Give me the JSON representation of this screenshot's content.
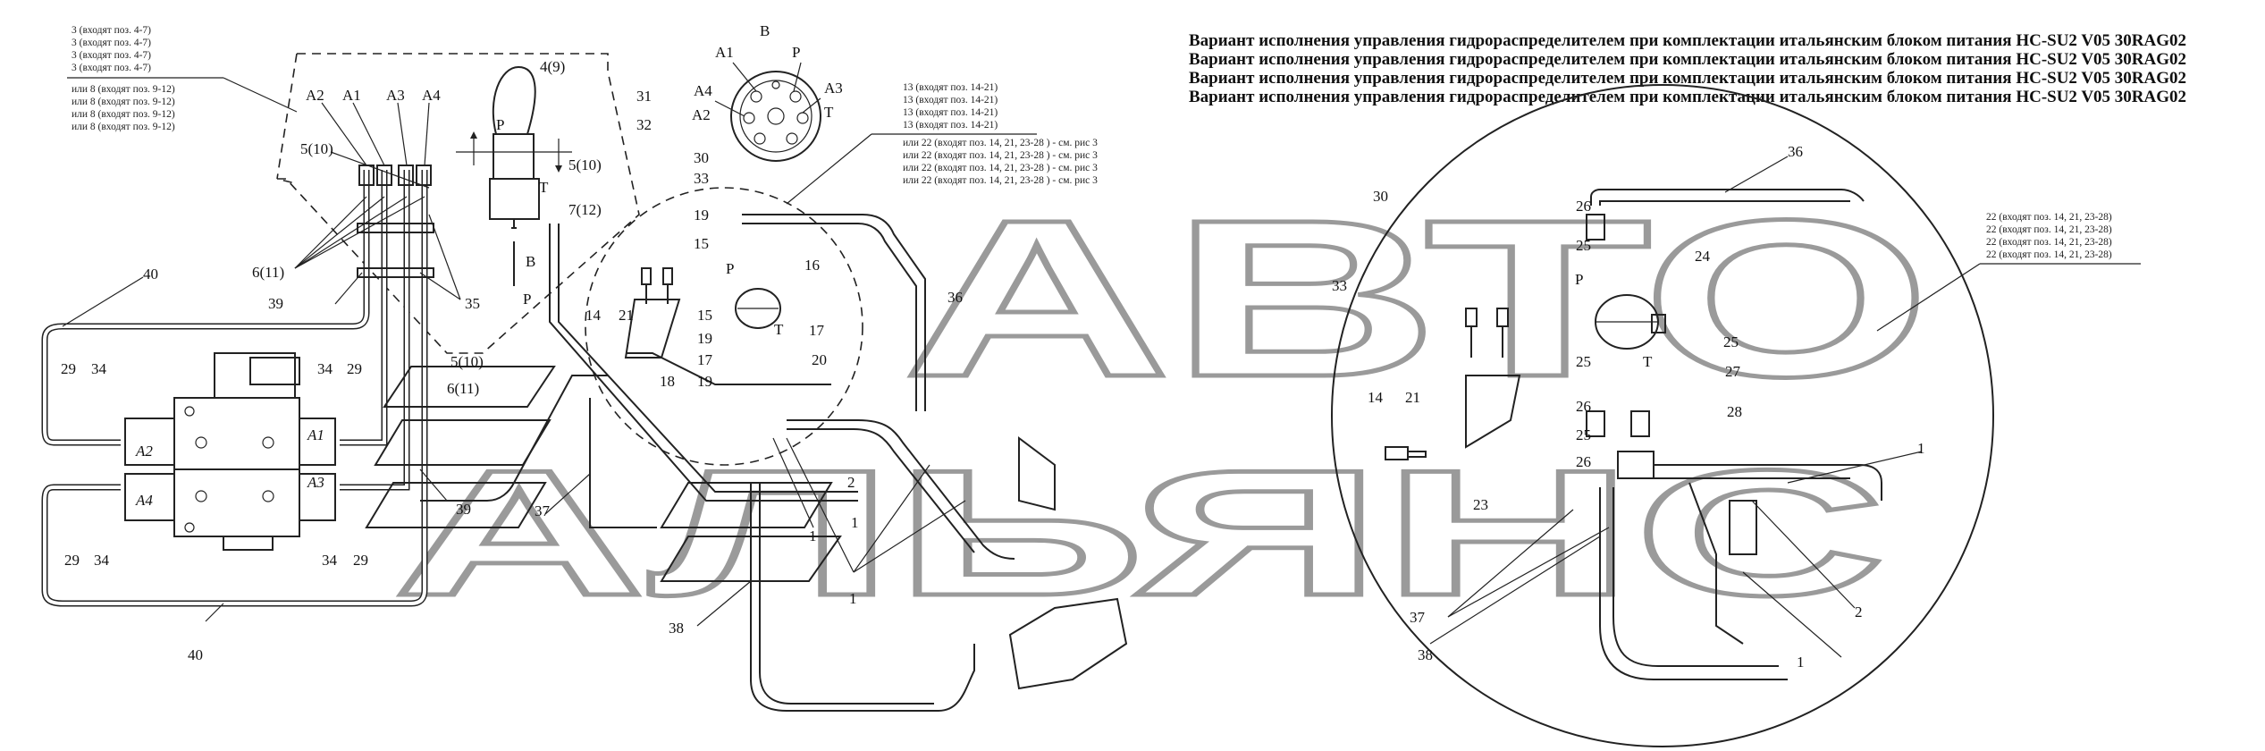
{
  "titles": [
    "Вариант исполнения управления гидрораспределителем при комплектации итальянским блоком питания HC-SU2 V05 30RAG02",
    "Вариант исполнения управления гидрораспределителем при комплектации итальянским блоком питания HC-SU2 V05 30RAG02",
    "Вариант исполнения управления гидрораспределителем при комплектации итальянским блоком питания HC-SU2 V05 30RAG02",
    "Вариант исполнения управления гидрораспределителем при комплектации итальянским блоком питания HC-SU2 V05 30RAG02"
  ],
  "watermark": {
    "line1": "АВТО",
    "line2": "АЛЬЯНС"
  },
  "notes": {
    "n3": [
      "3 (входят поз. 4-7)",
      "3 (входят поз. 4-7)",
      "3 (входят поз. 4-7)",
      "3 (входят поз. 4-7)"
    ],
    "n8": [
      "или  8 (входят поз. 9-12)",
      "или  8 (входят поз. 9-12)",
      "или  8 (входят поз. 9-12)",
      "или  8 (входят поз. 9-12)"
    ],
    "n13": [
      "13 (входят поз. 14-21)",
      "13 (входят поз. 14-21)",
      "13 (входят поз. 14-21)",
      "13 (входят поз. 14-21)"
    ],
    "n22a": [
      "или 22 (входят поз. 14, 21, 23-28 ) - см. рис 3",
      "или 22 (входят поз. 14, 21, 23-28 ) - см. рис 3",
      "или 22 (входят поз. 14, 21, 23-28 ) - см. рис 3",
      "или 22 (входят поз. 14, 21, 23-28 ) - см. рис 3"
    ],
    "n22b": [
      "22 (входят поз. 14, 21, 23-28)",
      "22 (входят поз. 14, 21, 23-28)",
      "22 (входят поз. 14, 21, 23-28)",
      "22 (входят поз. 14, 21, 23-28)"
    ]
  },
  "view_b": {
    "title": "В",
    "pins": [
      "А1",
      "Р",
      "А4",
      "А2",
      "А3",
      "Т"
    ]
  },
  "labels": {
    "A2": "А2",
    "A1": "А1",
    "A3": "А3",
    "A4": "А4",
    "p5_10": "5(10)",
    "p4_9": "4(9)",
    "P": "Р",
    "T": "Т",
    "B": "В",
    "p31": "31",
    "p32": "32",
    "p7_12": "7(12)",
    "p6_11": "6(11)",
    "p35": "35",
    "p39": "39",
    "p40": "40",
    "p29": "29",
    "p34": "34",
    "p37": "37",
    "p38": "38",
    "p1": "1",
    "p2": "2",
    "p14": "14",
    "p21": "21",
    "p18": "18",
    "p15": "15",
    "p16": "16",
    "p17": "17",
    "p19": "19",
    "p20": "20",
    "p30": "30",
    "p33": "33",
    "p36": "36",
    "p23": "23",
    "p24": "24",
    "p25": "25",
    "p26": "26",
    "p27": "27",
    "p28": "28",
    "A1b": "А1",
    "A2b": "А2",
    "A3b": "А3",
    "A4b": "А4"
  }
}
